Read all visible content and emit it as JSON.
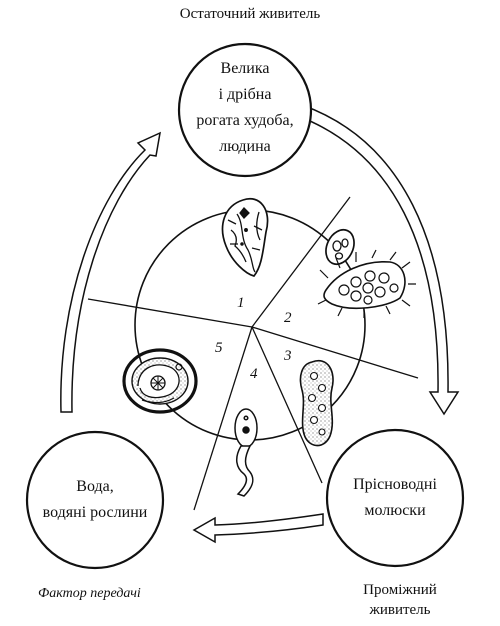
{
  "title": "Остаточний живитель",
  "hosts": {
    "definitive": [
      "Велика",
      "і дрібна",
      "рогата худоба,",
      "людина"
    ],
    "intermediate": [
      "Прісноводні",
      "молюски"
    ],
    "transmission": [
      "Вода,",
      "водяні рослини"
    ]
  },
  "labels": {
    "intermediate_host": [
      "Проміжний",
      "живитель"
    ],
    "transmission_factor": "Фактор передачі"
  },
  "sectors": [
    "1",
    "2",
    "3",
    "4",
    "5"
  ],
  "colors": {
    "ink": "#111111",
    "paper": "#ffffff",
    "stipple": "#666666"
  },
  "icons": [
    "adult-fluke-icon",
    "egg-icon",
    "redia-icon",
    "sporocyst-icon",
    "cercaria-icon",
    "cyst-icon",
    "cycle-arrow-icon"
  ]
}
